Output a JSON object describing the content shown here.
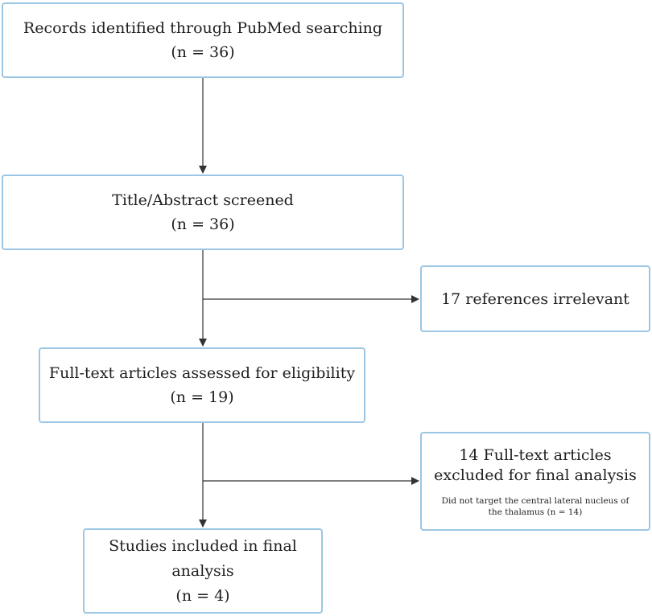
{
  "boxes": {
    "identified": {
      "lines": [
        "Records identified through PubMed searching",
        "(n = 36)"
      ]
    },
    "screened": {
      "lines": [
        "Title/Abstract screened",
        "(n = 36)"
      ]
    },
    "irrelevant": {
      "lines": [
        "17 references irrelevant"
      ]
    },
    "fulltext": {
      "lines": [
        "Full-text articles assessed for eligibility",
        "(n = 19)"
      ]
    },
    "excluded": {
      "lines": [
        "14 Full-text articles",
        "excluded for final analysis"
      ],
      "note_lines": [
        "Did not target the central lateral nucleus of",
        "the thalamus (n = 14)"
      ]
    },
    "included": {
      "lines": [
        "Studies included in final",
        "analysis",
        "(n = 4)"
      ]
    }
  },
  "colors": {
    "box_border": "#9cc7e4",
    "arrow": "#333333",
    "text": "#1f1f1f"
  }
}
